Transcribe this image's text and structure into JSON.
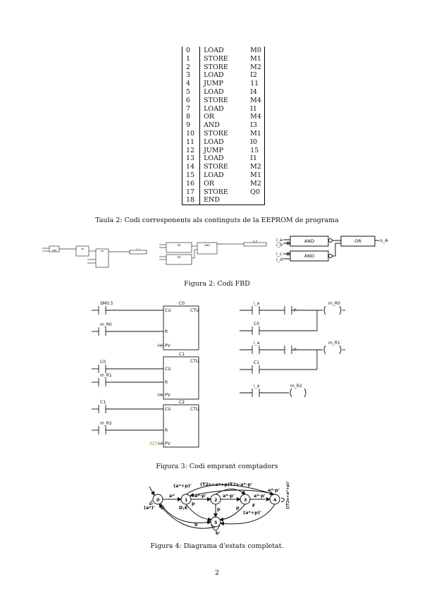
{
  "table": {
    "rows": [
      [
        "0",
        "LOAD",
        "M0"
      ],
      [
        "1",
        "STORE",
        "M1"
      ],
      [
        "2",
        "STORE",
        "M2"
      ],
      [
        "3",
        "LOAD",
        "I2"
      ],
      [
        "4",
        "JUMP",
        "11"
      ],
      [
        "5",
        "LOAD",
        "I4"
      ],
      [
        "6",
        "STORE",
        "M4"
      ],
      [
        "7",
        "LOAD",
        "I1"
      ],
      [
        "8",
        "OR",
        "M4"
      ],
      [
        "9",
        "AND",
        "I3"
      ],
      [
        "10",
        "STORE",
        "M1"
      ],
      [
        "11",
        "LOAD",
        "I0"
      ],
      [
        "12",
        "JUMP",
        "15"
      ],
      [
        "13",
        "LOAD",
        "I1"
      ],
      [
        "14",
        "STORE",
        "M2"
      ],
      [
        "15",
        "LOAD",
        "M1"
      ],
      [
        "16",
        "OR",
        "M2"
      ],
      [
        "17",
        "STORE",
        "Q0"
      ],
      [
        "18",
        "END",
        ""
      ]
    ],
    "caption": "Taula 2: Codi corresponents als continguts de la EEPROM de programa"
  },
  "fbd": {
    "caption": "Figura 2: Codi FBD",
    "right": {
      "inputs": [
        "i_a",
        "i_b",
        "i_c",
        "i_d"
      ],
      "and1": "AND",
      "and2": "AND",
      "or": "OR",
      "output": "o_A"
    },
    "left_small": {
      "b1": "AND",
      "b2": "OR",
      "b3": "OR",
      "out": "o_A"
    },
    "mid_small": {
      "b1": "OR",
      "b2": "AND",
      "b3": "OR",
      "out": "o_A"
    }
  },
  "counters": {
    "caption": "Figura 3: Codi emprant comptadors",
    "blocks": [
      {
        "title": "C0",
        "cu": "CU",
        "ctu": "CTU",
        "r": "R",
        "pv": "PV",
        "pv_value": "60",
        "in1": "SM0.5",
        "in2": "m_R0"
      },
      {
        "title": "C1",
        "cu": "CU",
        "ctu": "CTU",
        "r": "R",
        "pv": "PV",
        "pv_value": "60",
        "in1": "C0",
        "in2": "m_R1"
      },
      {
        "title": "C2",
        "cu": "CU",
        "ctu": "CTU",
        "r": "R",
        "pv": "PV",
        "pv_value": "32767",
        "in1": "C1",
        "in2": "m_R2"
      }
    ],
    "rungs": [
      {
        "contact1": "i_a",
        "contact2": "P",
        "contact3": "C0",
        "coil": "m_R0"
      },
      {
        "contact1": "i_a",
        "contact2": "P",
        "contact3": "C1",
        "coil": "m_R1"
      },
      {
        "contact1": "i_a",
        "coil": "m_R2"
      }
    ]
  },
  "states": {
    "caption": "Figura 4: Diagrama d'estats completat.",
    "nodes": [
      "0",
      "1",
      "2",
      "3",
      "4",
      "5"
    ],
    "labels": {
      "e01": "a*",
      "e12": "a*·p'",
      "e23": "a*·p'",
      "e34": "a*·p'",
      "loop0": "(a*)'",
      "out0": "D",
      "out1": "D,E",
      "out3": "F",
      "top1": "(a*+p)'",
      "top2": "(T2s+a*+p)'",
      "top3": "T2s·a*·p'",
      "top4": "a*·p'",
      "l2": "(a*+p)'",
      "l3": "(a*+p)'",
      "p1": "p",
      "p2": "p",
      "p3": "p",
      "p4": "p",
      "b": "b",
      "b5": "b'",
      "right4": "((T2s+a*+p)'"
    }
  },
  "page_number": "2"
}
